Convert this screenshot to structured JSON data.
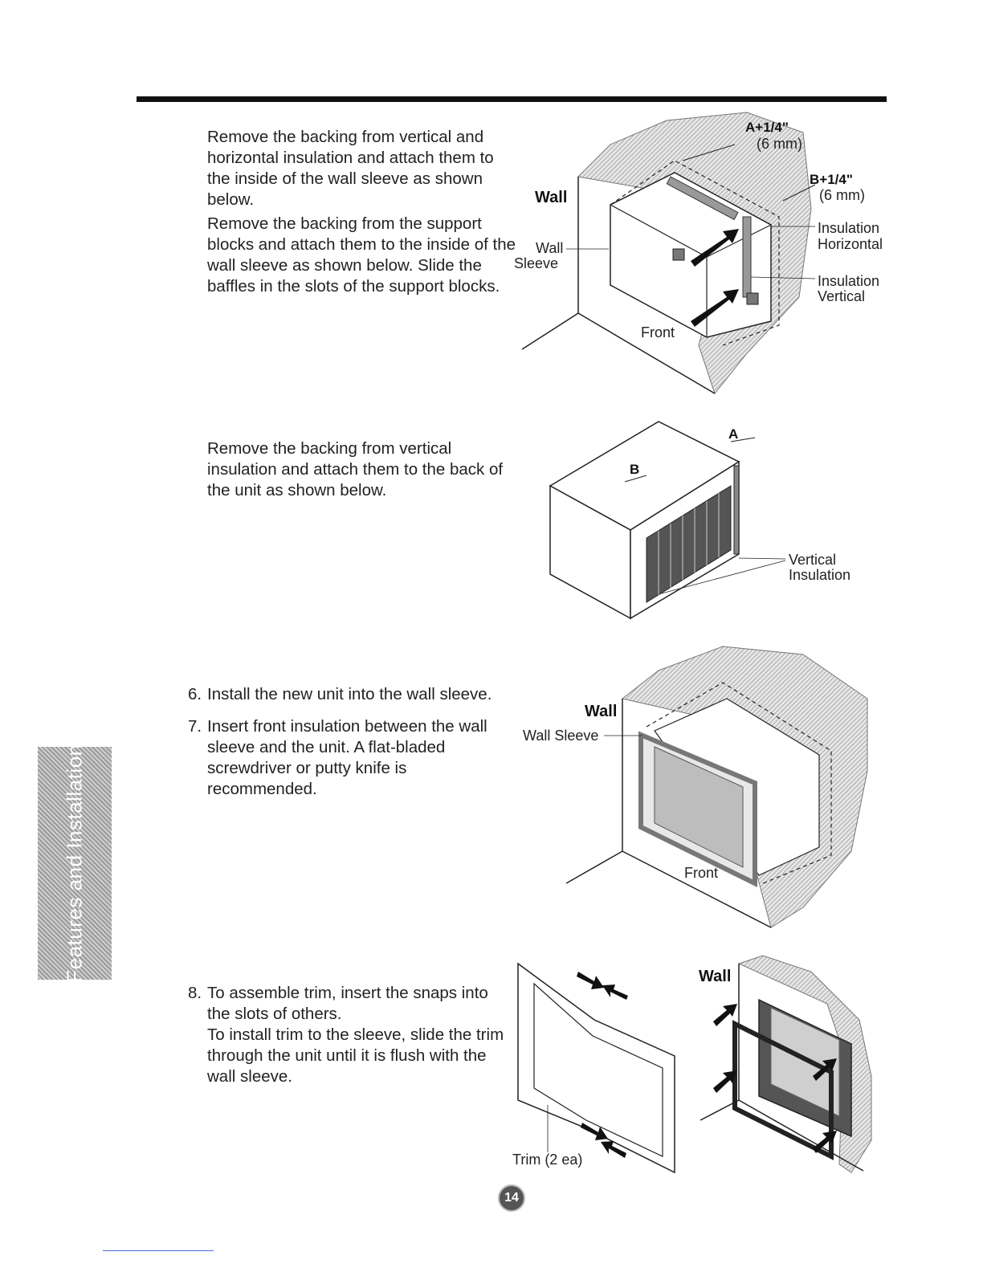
{
  "section1": {
    "para1": "Remove the backing from vertical and horizontal insulation and attach them to the inside of the wall sleeve as shown below.",
    "para2": "Remove the backing from the support blocks and attach them to the inside of the wall sleeve as shown below. Slide the baffles in the slots of the support blocks.",
    "fig": {
      "wall": "Wall",
      "wall_sleeve_1": "Wall",
      "wall_sleeve_2": "Sleeve",
      "a_label": "A+1/4\"",
      "a_mm": "(6 mm)",
      "b_label": "B+1/4\"",
      "b_mm": "(6 mm)",
      "ins_h_1": "Insulation",
      "ins_h_2": "Horizontal",
      "ins_v_1": "Insulation",
      "ins_v_2": "Vertical",
      "front": "Front"
    }
  },
  "section2": {
    "para": "Remove the backing from vertical insulation and attach them to the back of the unit as shown below.",
    "fig": {
      "a": "A",
      "b": "B",
      "vert_1": "Vertical",
      "vert_2": "Insulation"
    }
  },
  "step6": {
    "num": "6.",
    "text": "Install the new unit into the wall sleeve."
  },
  "step7": {
    "num": "7.",
    "text": "Insert front insulation between the wall sleeve and the unit. A flat-bladed screwdriver or putty knife is recommended."
  },
  "fig3": {
    "wall": "Wall",
    "wall_sleeve": "Wall Sleeve",
    "front": "Front"
  },
  "step8": {
    "num": "8.",
    "text1": "To assemble trim, insert the snaps into the slots of others.",
    "text2": "To install trim to the sleeve, slide the trim through the unit until it is flush with the wall sleeve."
  },
  "fig4": {
    "trim": "Trim (2 ea)",
    "wall": "Wall"
  },
  "sidebar": {
    "tab_label": "Features and Installation"
  },
  "footer": {
    "page_number": "14"
  }
}
